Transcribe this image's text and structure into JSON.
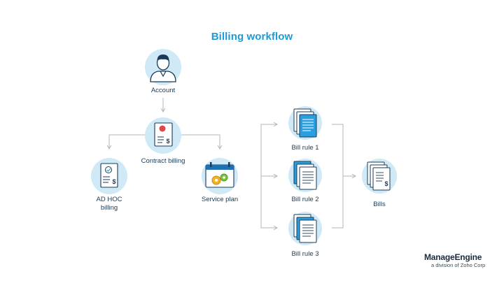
{
  "title": "Billing workflow",
  "nodes": {
    "account": "Account",
    "contract_billing": "Contract billing",
    "ad_hoc_line1": "AD HOC",
    "ad_hoc_line2": "billing",
    "service_plan": "Service plan",
    "bill_rule_1": "Bill rule 1",
    "bill_rule_2": "Bill rule 2",
    "bill_rule_3": "Bill rule 3",
    "bills": "Bills"
  },
  "logo": {
    "name": "ManageEngine",
    "sub": "a division of Zoho Corp"
  },
  "colors": {
    "title": "#1f9ad6",
    "circle": "#cfe9f7",
    "accent": "#2a9fe0",
    "connector": "#b5b5b5",
    "label": "#1b3a57"
  }
}
